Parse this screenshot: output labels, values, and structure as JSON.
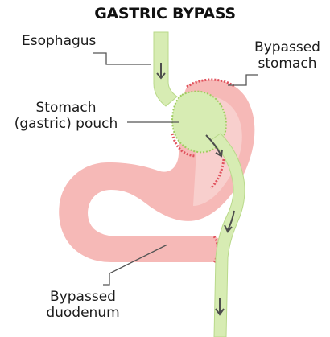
{
  "title": "GASTRIC BYPASS",
  "labels": {
    "esophagus": "Esophagus",
    "bypassed_stomach": [
      "Bypassed",
      "stomach"
    ],
    "stomach_pouch": [
      "Stomach",
      "(gastric) pouch"
    ],
    "bypassed_duodenum": [
      "Bypassed",
      "duodenum"
    ]
  },
  "colors": {
    "stomach_fill": "#f6b9b7",
    "stomach_inner": "#f8cfcd",
    "staple_red": "#e0515c",
    "tube_green": "#d7ecb3",
    "tube_outline": "#b9d98a",
    "arrow": "#4d4d4d",
    "leader_line": "#555555"
  }
}
